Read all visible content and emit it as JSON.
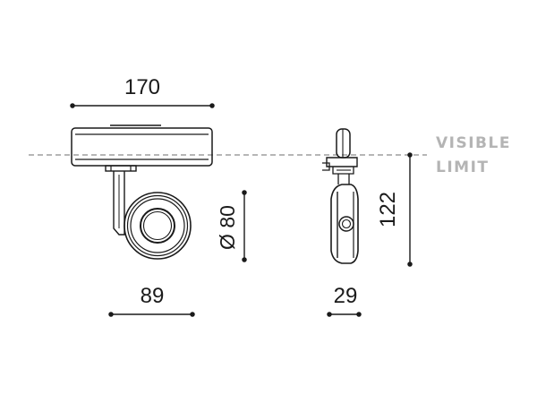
{
  "dimensions": {
    "width_top": "170",
    "width_bottom": "89",
    "diameter": "Ø 80",
    "depth": "29",
    "height": "122"
  },
  "visible_limit": {
    "line1": "VISIBLE",
    "line2": "LIMIT"
  },
  "colors": {
    "stroke": "#1a1a1a",
    "limit_line": "#8a8a8a",
    "limit_text": "#b4b4b4"
  }
}
